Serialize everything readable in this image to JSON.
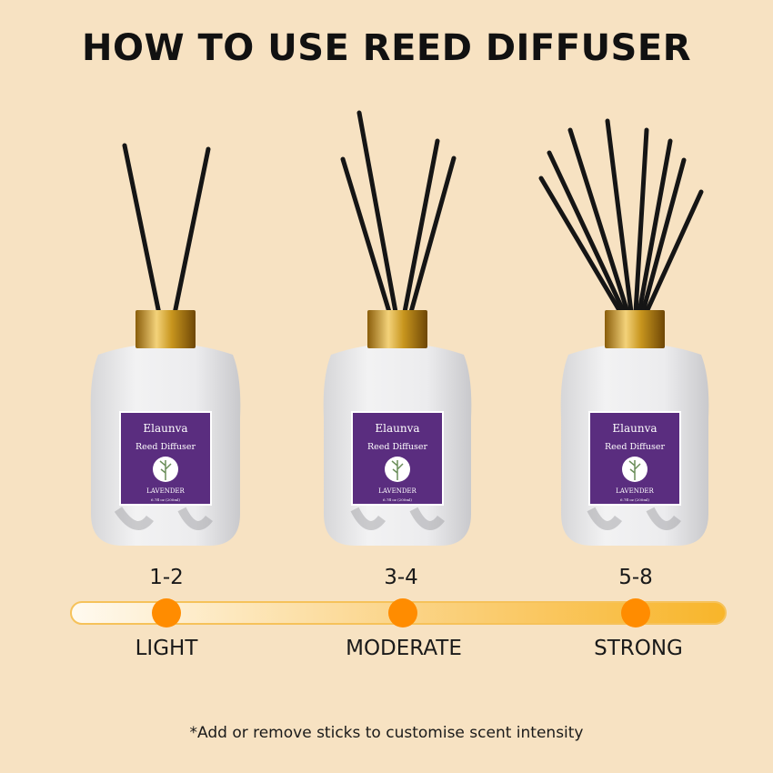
{
  "title": "HOW TO USE REED DIFFUSER",
  "colors": {
    "background": "#f7e2c2",
    "label": "#5a2d7f",
    "cap": "#c8961e",
    "reed": "#151515",
    "marker": "#ff8c00"
  },
  "product": {
    "brand": "Elaunva",
    "name": "Reed Diffuser",
    "scent": "LAVENDER",
    "volume": "6.7fl oz (200ml)"
  },
  "levels": [
    {
      "count": "1-2",
      "name": "LIGHT"
    },
    {
      "count": "3-4",
      "name": "MODERATE"
    },
    {
      "count": "5-8",
      "name": "STRONG"
    }
  ],
  "footnote": "*Add or remove sticks to customise scent intensity"
}
